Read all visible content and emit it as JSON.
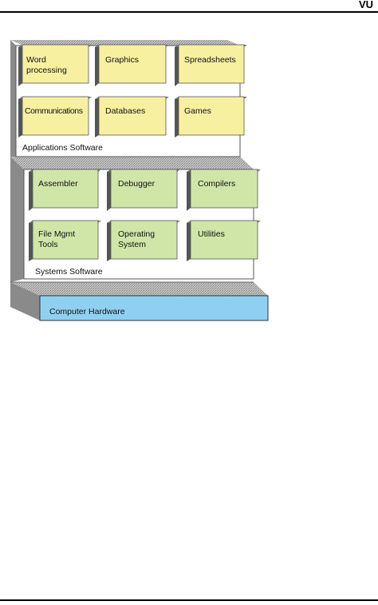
{
  "header": {
    "corner_text": "VU"
  },
  "diagram": {
    "applications": {
      "label": "Applications Software",
      "boxes": [
        "Word\nprocessing",
        "Graphics",
        "Spreadsheets",
        "Communications",
        "Databases",
        "Games"
      ]
    },
    "systems": {
      "label": "Systems Software",
      "boxes": [
        "Assembler",
        "Debugger",
        "Compilers",
        "File Mgmt\nTools",
        "Operating\nSystem",
        "Utilities"
      ]
    },
    "hardware": {
      "label": "Computer Hardware"
    },
    "colors": {
      "app_box": "#f7f0a0",
      "sys_box": "#cfe6a8",
      "hardware": "#8fd0f2",
      "stipple": "#a8a8a8",
      "shadow": "#7a7a7a"
    }
  }
}
